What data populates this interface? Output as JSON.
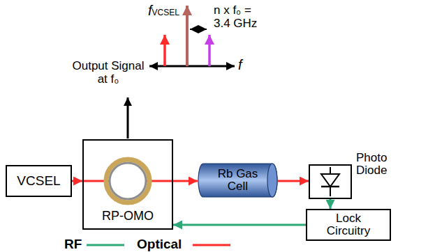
{
  "diagram": {
    "nodes": [
      {
        "text": [
          "VCSEL"
        ]
      },
      {
        "text": [
          "RP-OMO"
        ]
      },
      {
        "text": [
          "Rb Gas Cell"
        ]
      },
      {
        "text": [
          "Photo Diode"
        ]
      },
      {
        "text": [
          "Lock Circuitry"
        ]
      }
    ],
    "edges": [
      {
        "from": 0,
        "to": 1,
        "arrow": "to"
      },
      {
        "from": 1,
        "to": 2,
        "arrow": "to"
      },
      {
        "from": 2,
        "to": 3,
        "arrow": "to"
      },
      {
        "from": 3,
        "to": 4,
        "arrow": "to"
      },
      {
        "from": 4,
        "to": 1,
        "arrow": "to"
      }
    ],
    "labels": [
      "Output Signal at f₀",
      "fVCSEL",
      "n x f₀ = 3.4 GHz",
      "f"
    ],
    "legend": [
      {
        "text": "RF"
      },
      {
        "text": "Optical"
      }
    ]
  }
}
